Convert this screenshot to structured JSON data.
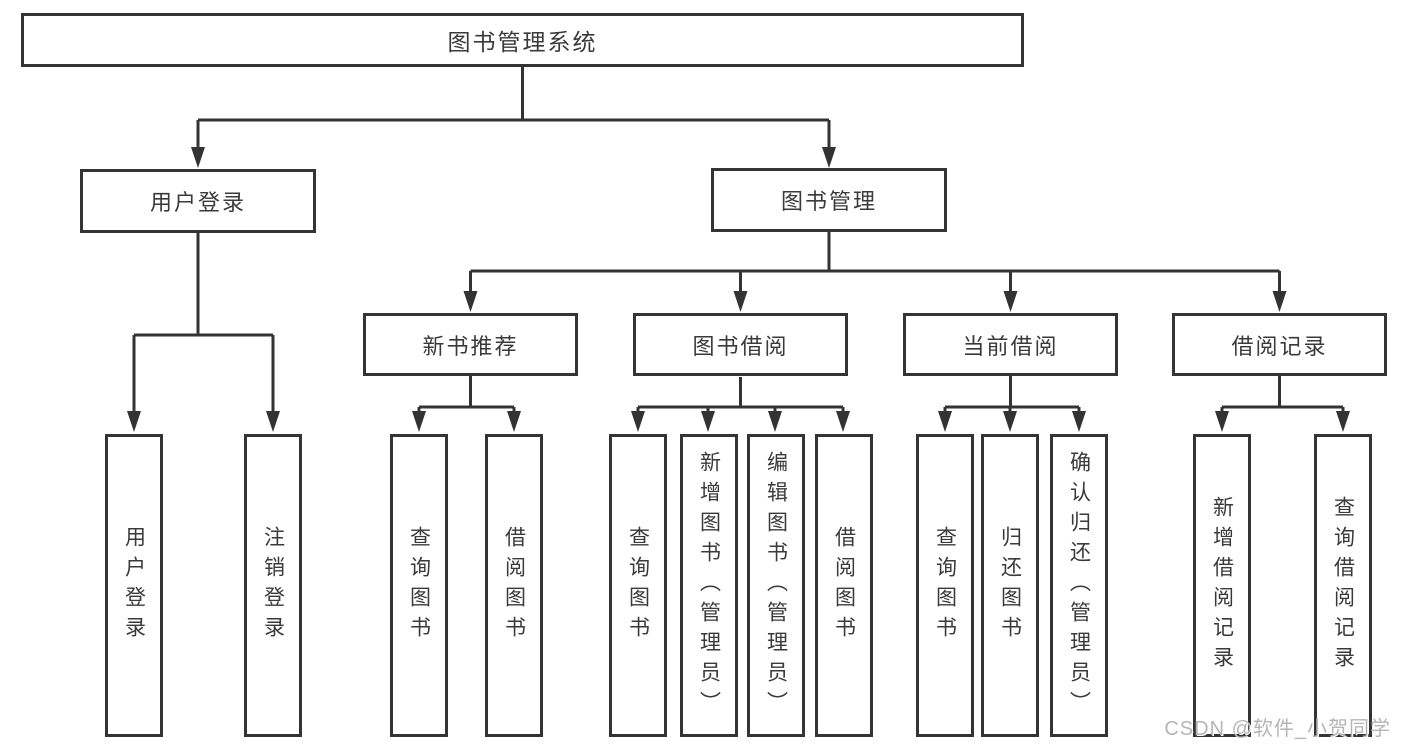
{
  "tree": {
    "label": "图书管理系统",
    "children": [
      {
        "label": "用户登录",
        "children": [
          {
            "label": "用户登录"
          },
          {
            "label": "注销登录"
          }
        ]
      },
      {
        "label": "图书管理",
        "children": [
          {
            "label": "新书推荐",
            "children": [
              {
                "label": "查询图书"
              },
              {
                "label": "借阅图书"
              }
            ]
          },
          {
            "label": "图书借阅",
            "children": [
              {
                "label": "查询图书"
              },
              {
                "label": "新增图书（管理员）"
              },
              {
                "label": "编辑图书（管理员）"
              },
              {
                "label": "借阅图书"
              }
            ]
          },
          {
            "label": "当前借阅",
            "children": [
              {
                "label": "查询图书"
              },
              {
                "label": "归还图书"
              },
              {
                "label": "确认归还（管理员）"
              }
            ]
          },
          {
            "label": "借阅记录",
            "children": [
              {
                "label": "新增借阅记录"
              },
              {
                "label": "查询借阅记录"
              }
            ]
          }
        ]
      }
    ]
  },
  "watermark": "CSDN @软件_小贺同学",
  "colors": {
    "border": "#343434",
    "line": "#333333",
    "text": "#3a3a3a",
    "watermark": "#b5b5b5",
    "background": "#ffffff"
  }
}
